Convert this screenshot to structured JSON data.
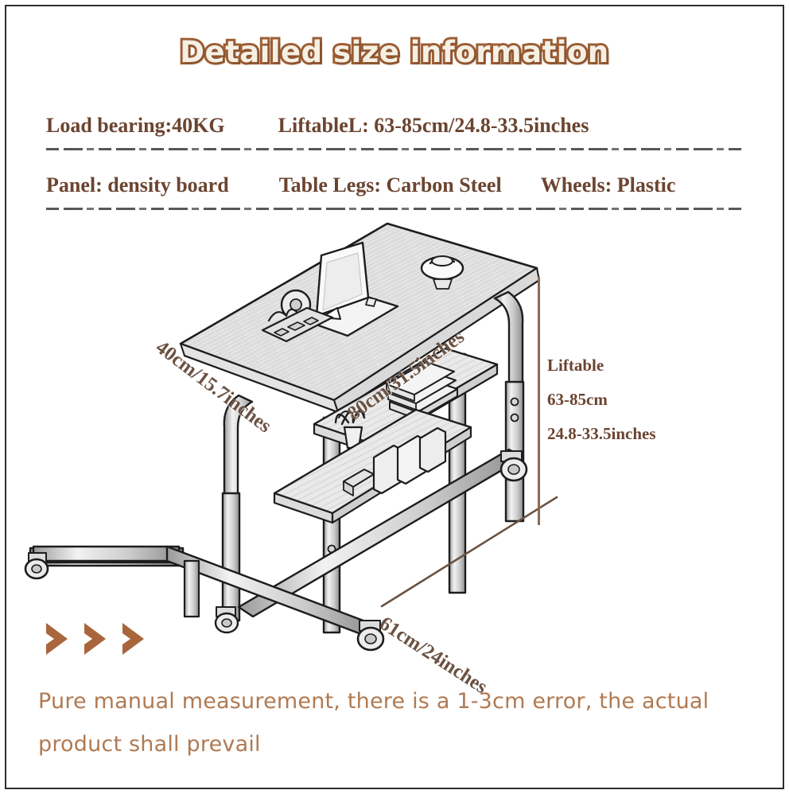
{
  "title": "Detailed size information",
  "specs": {
    "row1": [
      {
        "label": "Load bearing:40KG"
      },
      {
        "label": "LiftableL:  63-85cm/24.8-33.5inches"
      }
    ],
    "row2": [
      {
        "label": "Panel: density board"
      },
      {
        "label": "Table Legs: Carbon Steel"
      },
      {
        "label": "Wheels: Plastic"
      }
    ]
  },
  "diagram": {
    "dimensions": {
      "depth": "40cm/15.7inches",
      "width": "80cm/31.5inches",
      "length": "61cm/24inches"
    },
    "liftable": {
      "line1": "Liftable",
      "line2": "63-85cm",
      "line3": "24.8-33.5inches"
    },
    "items_on_desk": [
      "laptop",
      "mug",
      "plant"
    ],
    "shelves": 2,
    "wheels": 4
  },
  "footer": {
    "note": "Pure manual measurement, there is a 1-3cm error, the actual product shall prevail"
  },
  "colors": {
    "title_fill": "#F6F0E4",
    "title_outline": "#9C5E35",
    "spec_text": "#6B4430",
    "footer_text": "#B07A52",
    "chevron": "#A9663C",
    "dimension_text": "#6B5243",
    "wood_edge": "#6B4B33",
    "frame_border": "#2E2E2E"
  }
}
